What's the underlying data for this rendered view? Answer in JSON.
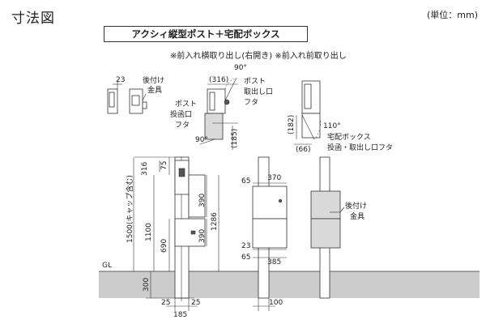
{
  "header": {
    "title": "寸法図",
    "unit": "(単位：mm)",
    "product": "アクシィ縦型ポスト＋宅配ボックス",
    "note": "※前入れ横取り出し(右開き)  ※前入れ前取り出し"
  },
  "labels": {
    "rear_fitting_1": "後付け",
    "rear_fitting_2": "金具",
    "post_outlet_lid_1": "ポスト",
    "post_outlet_lid_2": "取出し口",
    "post_outlet_lid_3": "フタ",
    "post_inlet_lid_1": "ポスト",
    "post_inlet_lid_2": "投函口",
    "post_inlet_lid_3": "フタ",
    "delivery_lid_1": "宅配ボックス",
    "delivery_lid_2": "投函・取出し口フタ",
    "gl": "GL"
  },
  "dimensions": {
    "d23_top": "23",
    "d90_top": "90°",
    "d316": "(316)",
    "d90_bottom": "90°",
    "d185_paren": "(185)",
    "d110": "110°",
    "d182": "(182)",
    "d66": "(66)",
    "d316_v": "316",
    "d75": "75",
    "d390_a": "390",
    "d390_b": "390",
    "d1100": "1100",
    "d1286": "1286",
    "d690": "690",
    "d1500": "1500(キャップ含む)",
    "d300": "300",
    "d25_left": "25",
    "d25_right": "25",
    "d185": "185",
    "d65_top": "65",
    "d370": "370",
    "d23_side": "23",
    "d65_bottom": "65",
    "d385": "385",
    "d100": "100"
  }
}
